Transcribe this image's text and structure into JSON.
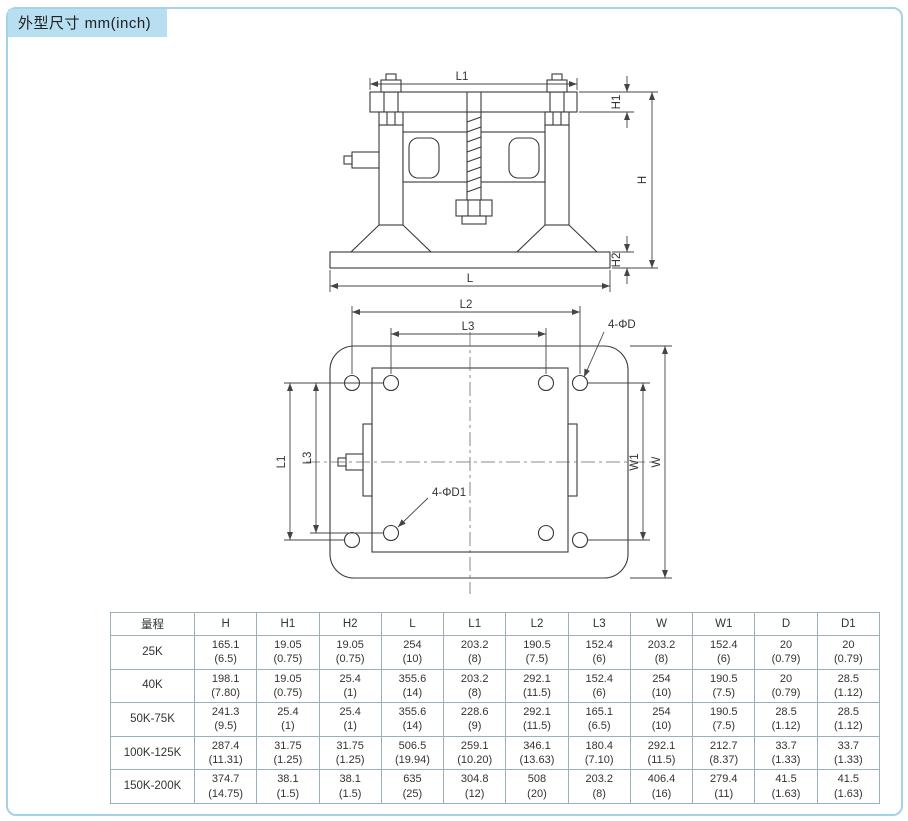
{
  "colors": {
    "frame_border": "#a5d2e6",
    "title_bg": "#b7dff1"
  },
  "page": {
    "title": "外型尺寸 mm(inch)"
  },
  "side_view": {
    "dims": {
      "l1": "L1",
      "h1": "H1",
      "h": "H",
      "h2": "H2",
      "l": "L"
    }
  },
  "plan_view": {
    "dims": {
      "l2": "L2",
      "l3_top": "L3",
      "l1_left": "L1",
      "l3_left": "L3",
      "w1": "W1",
      "w": "W"
    },
    "callouts": {
      "outer_holes": "4-ΦD",
      "inner_holes": "4-ΦD1"
    }
  },
  "table": {
    "headers": [
      "量程",
      "H",
      "H1",
      "H2",
      "L",
      "L1",
      "L2",
      "L3",
      "W",
      "W1",
      "D",
      "D1"
    ],
    "rows": [
      {
        "range": "25K",
        "values": [
          [
            "165.1",
            "(6.5)"
          ],
          [
            "19.05",
            "(0.75)"
          ],
          [
            "19.05",
            "(0.75)"
          ],
          [
            "254",
            "(10)"
          ],
          [
            "203.2",
            "(8)"
          ],
          [
            "190.5",
            "(7.5)"
          ],
          [
            "152.4",
            "(6)"
          ],
          [
            "203.2",
            "(8)"
          ],
          [
            "152.4",
            "(6)"
          ],
          [
            "20",
            "(0.79)"
          ],
          [
            "20",
            "(0.79)"
          ]
        ]
      },
      {
        "range": "40K",
        "values": [
          [
            "198.1",
            "(7.80)"
          ],
          [
            "19.05",
            "(0.75)"
          ],
          [
            "25.4",
            "(1)"
          ],
          [
            "355.6",
            "(14)"
          ],
          [
            "203.2",
            "(8)"
          ],
          [
            "292.1",
            "(11.5)"
          ],
          [
            "152.4",
            "(6)"
          ],
          [
            "254",
            "(10)"
          ],
          [
            "190.5",
            "(7.5)"
          ],
          [
            "20",
            "(0.79)"
          ],
          [
            "28.5",
            "(1.12)"
          ]
        ]
      },
      {
        "range": "50K-75K",
        "values": [
          [
            "241.3",
            "(9.5)"
          ],
          [
            "25.4",
            "(1)"
          ],
          [
            "25.4",
            "(1)"
          ],
          [
            "355.6",
            "(14)"
          ],
          [
            "228.6",
            "(9)"
          ],
          [
            "292.1",
            "(11.5)"
          ],
          [
            "165.1",
            "(6.5)"
          ],
          [
            "254",
            "(10)"
          ],
          [
            "190.5",
            "(7.5)"
          ],
          [
            "28.5",
            "(1.12)"
          ],
          [
            "28.5",
            "(1.12)"
          ]
        ]
      },
      {
        "range": "100K-125K",
        "values": [
          [
            "287.4",
            "(11.31)"
          ],
          [
            "31.75",
            "(1.25)"
          ],
          [
            "31.75",
            "(1.25)"
          ],
          [
            "506.5",
            "(19.94)"
          ],
          [
            "259.1",
            "(10.20)"
          ],
          [
            "346.1",
            "(13.63)"
          ],
          [
            "180.4",
            "(7.10)"
          ],
          [
            "292.1",
            "(11.5)"
          ],
          [
            "212.7",
            "(8.37)"
          ],
          [
            "33.7",
            "(1.33)"
          ],
          [
            "33.7",
            "(1.33)"
          ]
        ]
      },
      {
        "range": "150K-200K",
        "values": [
          [
            "374.7",
            "(14.75)"
          ],
          [
            "38.1",
            "(1.5)"
          ],
          [
            "38.1",
            "(1.5)"
          ],
          [
            "635",
            "(25)"
          ],
          [
            "304.8",
            "(12)"
          ],
          [
            "508",
            "(20)"
          ],
          [
            "203.2",
            "(8)"
          ],
          [
            "406.4",
            "(16)"
          ],
          [
            "279.4",
            "(11)"
          ],
          [
            "41.5",
            "(1.63)"
          ],
          [
            "41.5",
            "(1.63)"
          ]
        ]
      }
    ]
  }
}
